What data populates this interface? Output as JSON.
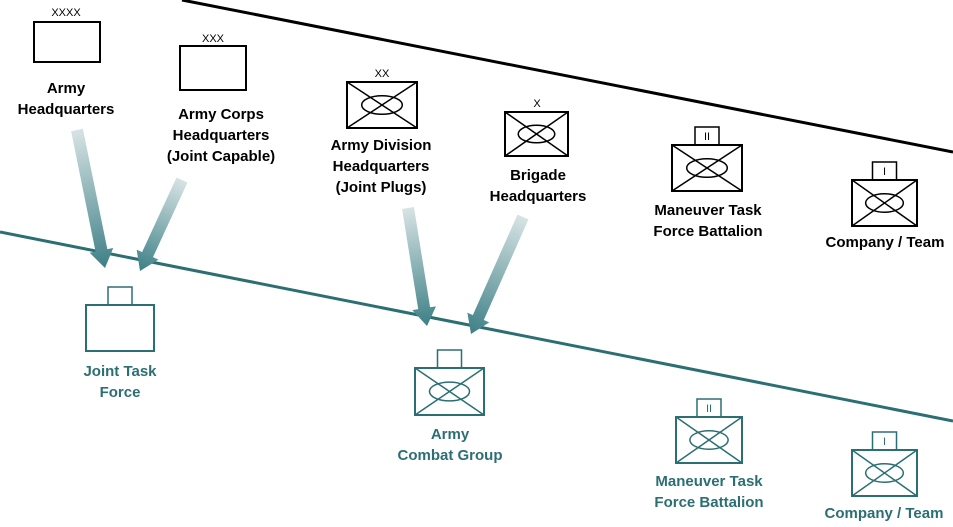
{
  "colors": {
    "black": "#000000",
    "teal": "#2b6f73",
    "arrow_light": "#d7e3e4",
    "arrow_dark": "#3d8086"
  },
  "top_row": [
    {
      "id": "army-hq",
      "echelon": "XXXX",
      "symbol": "hq",
      "label_lines": [
        "Army",
        "Headquarters"
      ]
    },
    {
      "id": "army-corps-hq",
      "echelon": "XXX",
      "symbol": "hq",
      "label_lines": [
        "Army Corps",
        "Headquarters",
        "(Joint Capable)"
      ]
    },
    {
      "id": "army-division-hq",
      "echelon": "XX",
      "symbol": "infantry",
      "label_lines": [
        "Army Division",
        "Headquarters",
        "(Joint Plugs)"
      ]
    },
    {
      "id": "brigade-hq",
      "echelon": "X",
      "symbol": "infantry",
      "label_lines": [
        "Brigade",
        "Headquarters"
      ]
    },
    {
      "id": "maneuver-tf-battalion-top",
      "echelon": "II",
      "symbol": "infantry-tab",
      "label_lines": [
        "Maneuver Task",
        "Force Battalion"
      ]
    },
    {
      "id": "company-team-top",
      "echelon": "I",
      "symbol": "infantry-tab",
      "label_lines": [
        "Company / Team"
      ]
    }
  ],
  "bottom_row": [
    {
      "id": "joint-task-force",
      "echelon": "",
      "symbol": "hq-tab",
      "label_lines": [
        "Joint Task",
        "Force"
      ]
    },
    {
      "id": "army-combat-group",
      "echelon": "",
      "symbol": "infantry-tab",
      "label_lines": [
        "Army",
        "Combat Group"
      ]
    },
    {
      "id": "maneuver-tf-battalion-bottom",
      "echelon": "II",
      "symbol": "infantry-tab",
      "label_lines": [
        "Maneuver Task",
        "Force Battalion"
      ]
    },
    {
      "id": "company-team-bottom",
      "echelon": "I",
      "symbol": "infantry-tab",
      "label_lines": [
        "Company / Team"
      ]
    }
  ],
  "arrows": [
    {
      "from": "army-hq",
      "to": "joint-task-force"
    },
    {
      "from": "army-corps-hq",
      "to": "joint-task-force"
    },
    {
      "from": "army-division-hq",
      "to": "army-combat-group"
    },
    {
      "from": "brigade-hq",
      "to": "army-combat-group"
    }
  ]
}
